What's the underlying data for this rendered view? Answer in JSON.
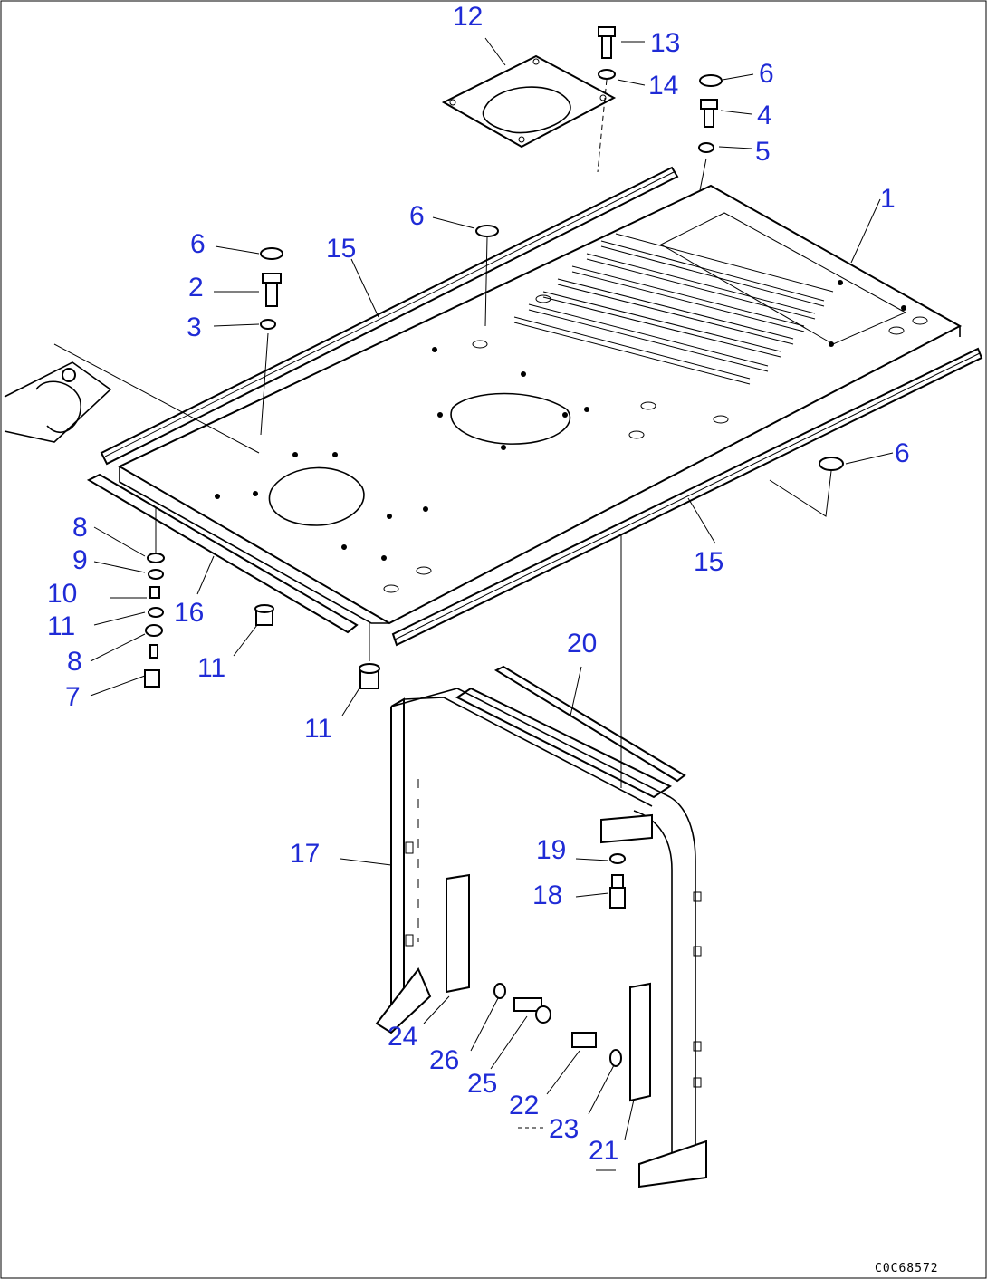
{
  "diagram": {
    "drawing_code": "C0C68572",
    "callouts": [
      {
        "id": "c12a",
        "text": "12"
      },
      {
        "id": "c13",
        "text": "13"
      },
      {
        "id": "c14",
        "text": "14"
      },
      {
        "id": "c6a",
        "text": "6"
      },
      {
        "id": "c4",
        "text": "4"
      },
      {
        "id": "c5",
        "text": "5"
      },
      {
        "id": "c1",
        "text": "1"
      },
      {
        "id": "c6b",
        "text": "6"
      },
      {
        "id": "c6c",
        "text": "6"
      },
      {
        "id": "c15a",
        "text": "15"
      },
      {
        "id": "c2",
        "text": "2"
      },
      {
        "id": "c3",
        "text": "3"
      },
      {
        "id": "c6d",
        "text": "6"
      },
      {
        "id": "c15b",
        "text": "15"
      },
      {
        "id": "c8a",
        "text": "8"
      },
      {
        "id": "c9",
        "text": "9"
      },
      {
        "id": "c10",
        "text": "10"
      },
      {
        "id": "c11a",
        "text": "11"
      },
      {
        "id": "c16",
        "text": "16"
      },
      {
        "id": "c8b",
        "text": "8"
      },
      {
        "id": "c7",
        "text": "7"
      },
      {
        "id": "c11b",
        "text": "11"
      },
      {
        "id": "c11c",
        "text": "11"
      },
      {
        "id": "c20",
        "text": "20"
      },
      {
        "id": "c17",
        "text": "17"
      },
      {
        "id": "c19",
        "text": "19"
      },
      {
        "id": "c18",
        "text": "18"
      },
      {
        "id": "c24",
        "text": "24"
      },
      {
        "id": "c26",
        "text": "26"
      },
      {
        "id": "c25",
        "text": "25"
      },
      {
        "id": "c22",
        "text": "22"
      },
      {
        "id": "c23",
        "text": "23"
      },
      {
        "id": "c21",
        "text": "21"
      }
    ]
  }
}
